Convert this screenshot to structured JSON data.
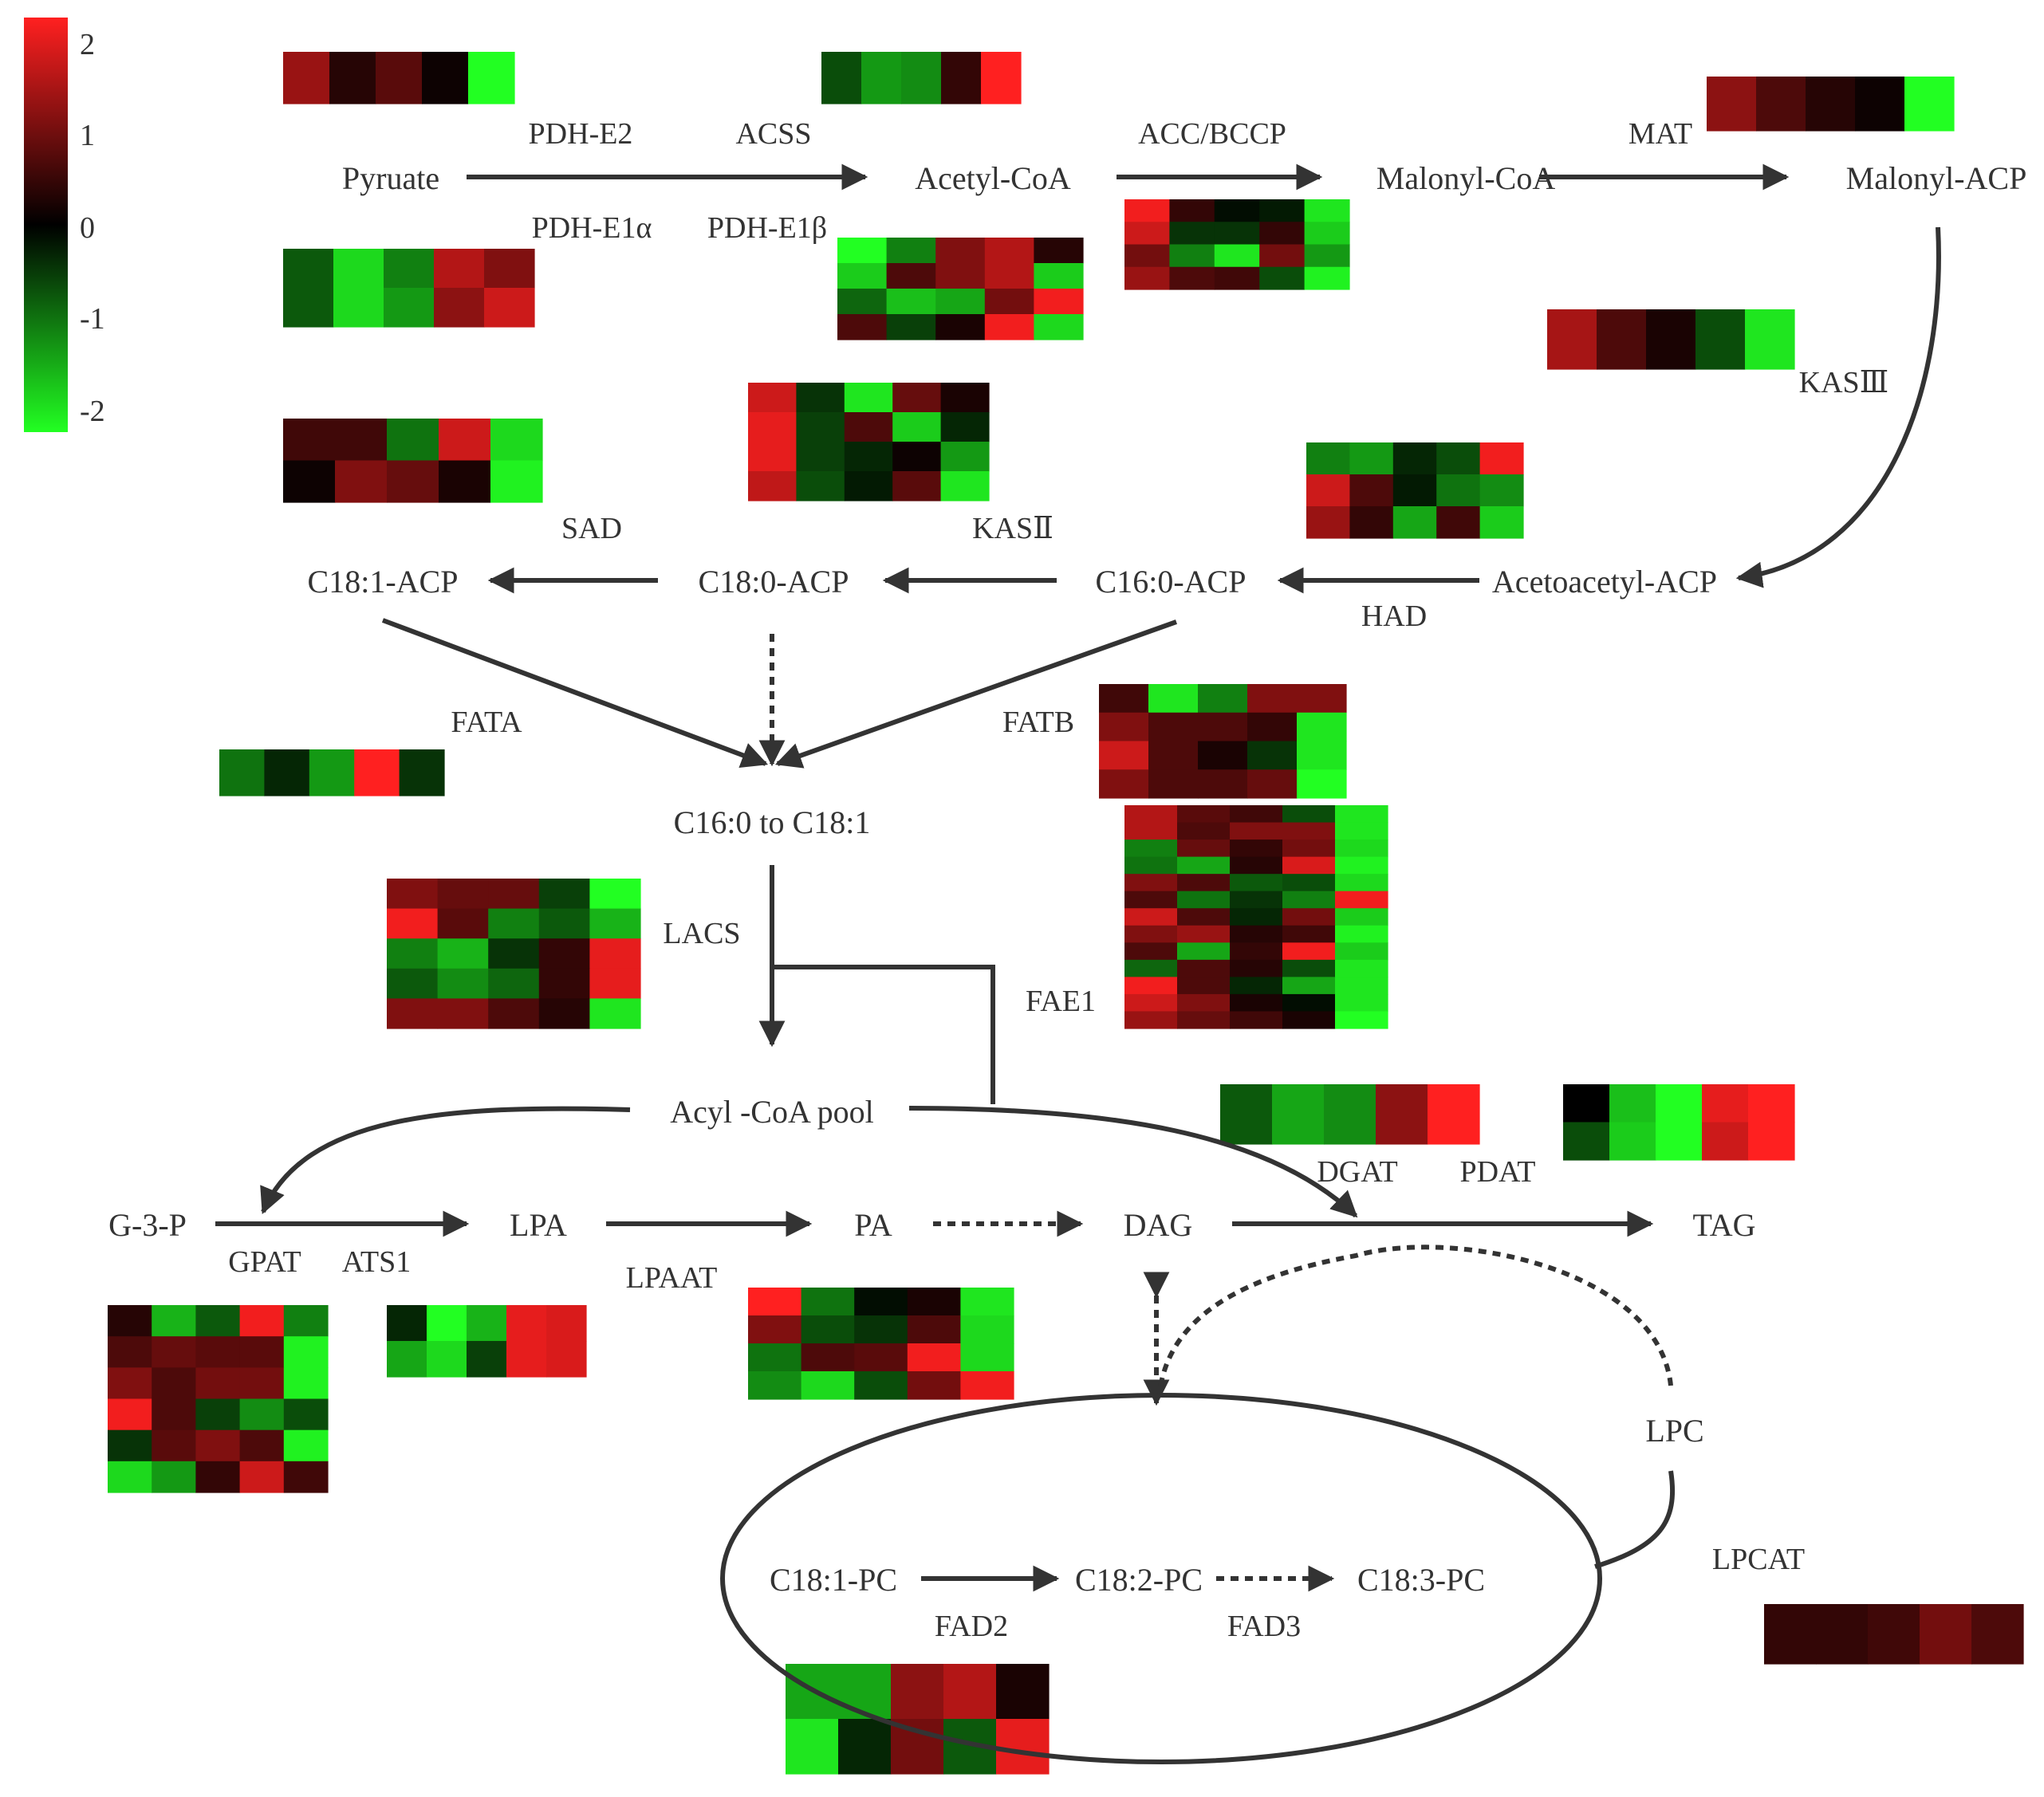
{
  "colors": {
    "line": "#333333",
    "text": "#333333",
    "scale_high": "#ff2020",
    "scale_mid": "#000000",
    "scale_low": "#22ff22"
  },
  "legend": {
    "ticks": [
      "2",
      "1",
      "0",
      "-1",
      "-2"
    ]
  },
  "metabolites": {
    "pyruate": "Pyruate",
    "acetyl_coa": "Acetyl-CoA",
    "malonyl_coa": "Malonyl-CoA",
    "malonyl_acp": "Malonyl-ACP",
    "acetoacetyl_acp": "Acetoacetyl-ACP",
    "c16_acp": "C16:0-ACP",
    "c18_0_acp": "C18:0-ACP",
    "c18_1_acp": "C18:1-ACP",
    "c16_to_c18": "C16:0 to C18:1",
    "acyl_coa_pool": "Acyl -CoA pool",
    "g3p": "G-3-P",
    "lpa": "LPA",
    "pa": "PA",
    "dag": "DAG",
    "tag": "TAG",
    "lpc": "LPC",
    "c18_1_pc": "C18:1-PC",
    "c18_2_pc": "C18:2-PC",
    "c18_3_pc": "C18:3-PC"
  },
  "enzymes": {
    "pdh_e2": "PDH-E2",
    "acss": "ACSS",
    "pdh_e1a": "PDH-E1α",
    "pdh_e1b": "PDH-E1β",
    "acc_bccp": "ACC/BCCP",
    "mat": "MAT",
    "kas3": "KASⅢ",
    "had": "HAD",
    "kas2": "KASⅡ",
    "sad": "SAD",
    "fata": "FATA",
    "fatb": "FATB",
    "lacs": "LACS",
    "fae1": "FAE1",
    "dgat": "DGAT",
    "pdat": "PDAT",
    "gpat": "GPAT",
    "ats1": "ATS1",
    "lpaat": "LPAAT",
    "lpcat": "LPCAT",
    "fad2": "FAD2",
    "fad3": "FAD3"
  },
  "heatmaps": [
    {
      "gene": "PDH-E2",
      "rows": [
        [
          1.2,
          0.3,
          0.7,
          0.1,
          -2
        ]
      ]
    },
    {
      "gene": "ACSS",
      "rows": [
        [
          -0.6,
          -1.2,
          -1.1,
          0.4,
          2
        ]
      ]
    },
    {
      "gene": "PDH-E1α",
      "rows": [
        [
          -0.7,
          -1.7,
          -1.0,
          1.4,
          1.0
        ],
        [
          -0.7,
          -1.7,
          -1.2,
          1.1,
          1.6
        ]
      ]
    },
    {
      "gene": "PDH-E1β",
      "rows": [
        [
          -2,
          -1.0,
          1.0,
          1.4,
          0.3
        ],
        [
          -1.6,
          0.6,
          1.0,
          1.4,
          -1.6
        ],
        [
          -0.8,
          -1.5,
          -1.3,
          0.9,
          1.9
        ],
        [
          0.6,
          -0.5,
          0.2,
          1.9,
          -1.7
        ]
      ]
    },
    {
      "gene": "ACC/BCCP",
      "rows": [
        [
          1.9,
          0.4,
          -0.1,
          -0.2,
          -1.8
        ],
        [
          1.6,
          -0.4,
          -0.4,
          0.4,
          -1.6
        ],
        [
          0.9,
          -1.0,
          -1.8,
          0.9,
          -1.2
        ],
        [
          1.2,
          0.6,
          0.5,
          -0.6,
          -1.9
        ]
      ]
    },
    {
      "gene": "MAT",
      "rows": [
        [
          1.1,
          0.6,
          0.3,
          0.1,
          -2
        ]
      ]
    },
    {
      "gene": "KASⅢ",
      "rows": [
        [
          1.3,
          0.6,
          0.2,
          -0.6,
          -1.8
        ]
      ]
    },
    {
      "gene": "SAD",
      "rows": [
        [
          0.5,
          0.5,
          -0.9,
          1.6,
          -1.7
        ],
        [
          0.1,
          1.0,
          0.8,
          0.2,
          -1.9
        ]
      ]
    },
    {
      "gene": "KASⅡ",
      "rows": [
        [
          1.6,
          -0.4,
          -1.8,
          0.8,
          0.2
        ],
        [
          1.8,
          -0.5,
          0.6,
          -1.6,
          -0.3
        ],
        [
          1.8,
          -0.5,
          -0.3,
          0.1,
          -1.2
        ],
        [
          1.5,
          -0.6,
          -0.2,
          0.7,
          -1.8
        ]
      ]
    },
    {
      "gene": "HAD",
      "rows": [
        [
          -1.0,
          -1.2,
          -0.3,
          -0.6,
          1.9
        ],
        [
          1.6,
          0.6,
          -0.2,
          -0.9,
          -1.1
        ],
        [
          1.2,
          0.4,
          -1.3,
          0.5,
          -1.6
        ]
      ]
    },
    {
      "gene": "FATA",
      "rows": [
        [
          -0.9,
          -0.3,
          -1.2,
          2,
          -0.4
        ]
      ]
    },
    {
      "gene": "FATB",
      "rows": [
        [
          0.5,
          -1.8,
          -1.0,
          1.0,
          1.0
        ],
        [
          1.0,
          0.6,
          0.6,
          0.4,
          -1.8
        ],
        [
          1.6,
          0.6,
          0.2,
          -0.4,
          -1.8
        ],
        [
          1.0,
          0.6,
          0.6,
          0.8,
          -2
        ]
      ]
    },
    {
      "gene": "LACS",
      "rows": [
        [
          1.0,
          0.8,
          0.8,
          -0.5,
          -2
        ],
        [
          1.9,
          0.7,
          -1.0,
          -0.7,
          -1.4
        ],
        [
          -1.0,
          -1.4,
          -0.4,
          0.4,
          1.8
        ],
        [
          -0.7,
          -1.1,
          -0.8,
          0.4,
          1.8
        ],
        [
          1.0,
          1.0,
          0.6,
          0.3,
          -1.8
        ]
      ]
    },
    {
      "gene": "FAE1",
      "rows": [
        [
          1.4,
          0.7,
          0.5,
          -0.6,
          -1.8
        ],
        [
          1.4,
          0.6,
          1.0,
          1.0,
          -1.8
        ],
        [
          -1.0,
          0.8,
          0.4,
          0.9,
          -1.7
        ],
        [
          -0.9,
          -1.3,
          0.3,
          1.7,
          -1.9
        ],
        [
          1.0,
          0.6,
          -0.7,
          -0.6,
          -1.7
        ],
        [
          0.6,
          -0.9,
          -0.4,
          -1.0,
          1.9
        ],
        [
          1.6,
          0.6,
          -0.3,
          0.9,
          -1.6
        ],
        [
          1.0,
          1.2,
          0.3,
          0.5,
          -1.9
        ],
        [
          0.6,
          -1.3,
          0.4,
          1.9,
          -1.6
        ],
        [
          -0.8,
          0.6,
          0.3,
          -0.6,
          -1.8
        ],
        [
          1.9,
          0.6,
          -0.3,
          -1.3,
          -1.8
        ],
        [
          1.6,
          1.0,
          0.2,
          -0.1,
          -1.8
        ],
        [
          1.2,
          0.8,
          0.5,
          0.2,
          -2
        ]
      ]
    },
    {
      "gene": "DGAT",
      "rows": [
        [
          -0.7,
          -1.3,
          -1.1,
          1.1,
          2
        ]
      ]
    },
    {
      "gene": "PDAT",
      "rows": [
        [
          0,
          -1.5,
          -2,
          1.8,
          2
        ],
        [
          -0.6,
          -1.6,
          -2,
          1.6,
          2
        ]
      ]
    },
    {
      "gene": "GPAT",
      "rows": [
        [
          0.3,
          -1.4,
          -0.7,
          1.9,
          -1.0
        ],
        [
          0.6,
          0.8,
          0.7,
          0.7,
          -1.9
        ],
        [
          1.0,
          0.6,
          0.9,
          0.9,
          -1.9
        ],
        [
          1.9,
          0.6,
          -0.5,
          -1.1,
          -0.6
        ],
        [
          -0.4,
          0.7,
          1.0,
          0.6,
          -1.9
        ],
        [
          -1.7,
          -1.2,
          0.4,
          1.6,
          0.5
        ]
      ]
    },
    {
      "gene": "ATS1",
      "rows": [
        [
          -0.3,
          -2,
          -1.4,
          1.8,
          1.7
        ],
        [
          -1.3,
          -1.7,
          -0.5,
          1.8,
          1.7
        ]
      ]
    },
    {
      "gene": "LPAAT",
      "rows": [
        [
          2,
          -0.9,
          -0.1,
          0.2,
          -1.8
        ],
        [
          1.0,
          -0.6,
          -0.4,
          0.6,
          -1.7
        ],
        [
          -0.9,
          0.6,
          0.7,
          1.9,
          -1.7
        ],
        [
          -1.1,
          -1.7,
          -0.6,
          0.9,
          1.9
        ]
      ]
    },
    {
      "gene": "LPCAT",
      "rows": [
        [
          0.4,
          0.4,
          0.5,
          0.9,
          0.6
        ]
      ]
    },
    {
      "gene": "FAD2",
      "rows": [
        [
          -1.3,
          -1.3,
          1.1,
          1.4,
          0.2
        ],
        [
          -1.8,
          -0.3,
          0.9,
          -0.7,
          1.8
        ]
      ]
    }
  ]
}
